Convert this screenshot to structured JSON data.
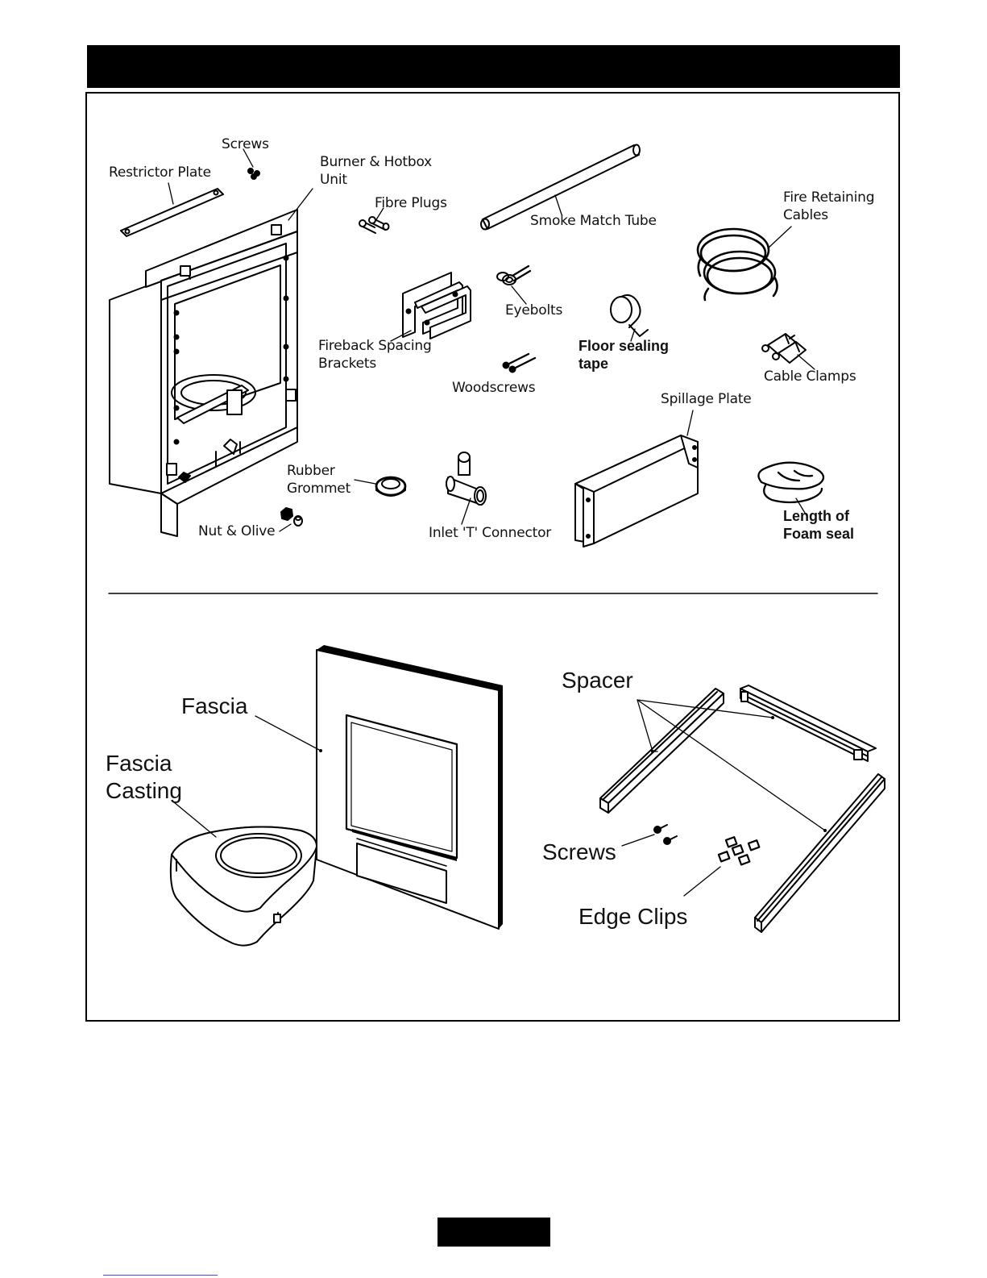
{
  "parts_top": {
    "screws": "Screws",
    "restrictor_plate": "Restrictor Plate",
    "burner_hotbox_line1": "Burner & Hotbox",
    "burner_hotbox_line2": "Unit",
    "fibre_plugs": "Fibre Plugs",
    "smoke_match_tube": "Smoke Match Tube",
    "fire_retaining_cables_line1": "Fire Retaining",
    "fire_retaining_cables_line2": "Cables",
    "eyebolts": "Eyebolts",
    "fireback_spacing_brackets_line1": "Fireback Spacing",
    "fireback_spacing_brackets_line2": "Brackets",
    "floor_sealing_tape_line1": "Floor sealing",
    "floor_sealing_tape_line2": "tape",
    "cable_clamps": "Cable Clamps",
    "woodscrews": "Woodscrews",
    "spillage_plate": "Spillage Plate",
    "rubber_grommet_line1": "Rubber",
    "rubber_grommet_line2": "Grommet",
    "nut_olive": "Nut & Olive",
    "inlet_t_connector": "Inlet 'T' Connector",
    "length_foam_seal_line1": "Length of",
    "length_foam_seal_line2": "Foam seal"
  },
  "parts_bottom": {
    "fascia": "Fascia",
    "fascia_casting_line1": "Fascia",
    "fascia_casting_line2": "Casting",
    "spacer": "Spacer",
    "screws": "Screws",
    "edge_clips": "Edge Clips"
  },
  "colors": {
    "ink": "#000000",
    "paper": "#ffffff",
    "link_underline": "#3a4fd4"
  }
}
